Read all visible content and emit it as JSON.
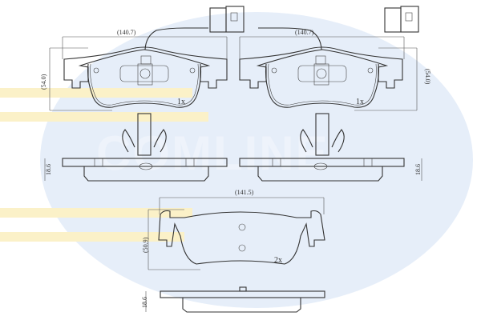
{
  "watermark": {
    "text": "COMLINE",
    "colors": {
      "ellipse": "#dde8f7",
      "stripes": "#fbf1c8"
    }
  },
  "front_pads": {
    "left": {
      "width_label": "(140.7)",
      "height_label": "(54.0)",
      "thickness_label": "18.6",
      "quantity": "1x"
    },
    "right": {
      "width_label": "(140.7)",
      "height_label": "(54.0)",
      "thickness_label": "18.6",
      "quantity": "1x"
    },
    "has_wear_sensor": true
  },
  "rear_pad": {
    "width_label": "(141.5)",
    "height_label": "(50.9)",
    "thickness_label": "18.6",
    "quantity": "2x"
  }
}
